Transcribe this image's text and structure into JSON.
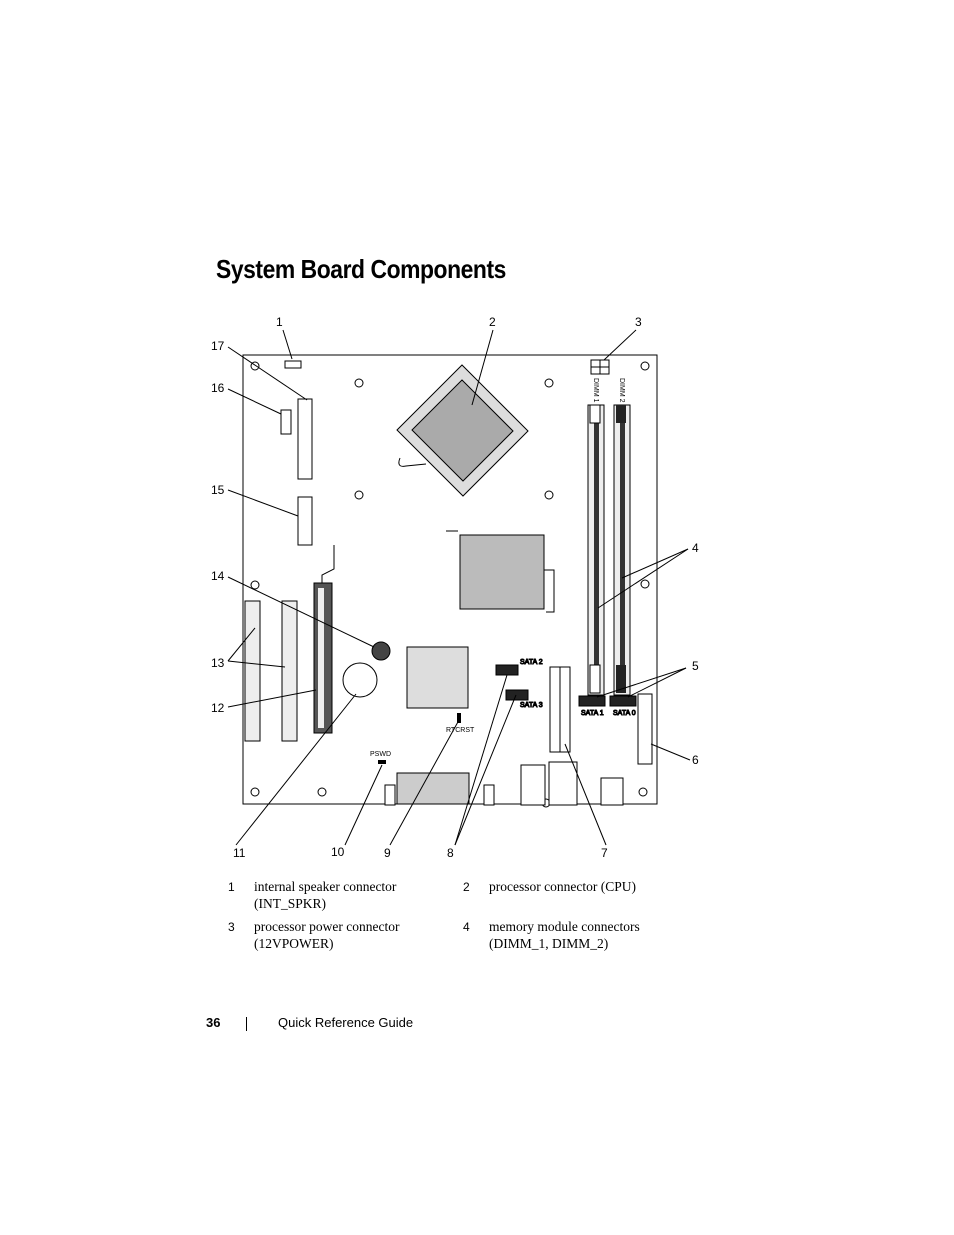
{
  "page": {
    "title": "System Board Components"
  },
  "diagram": {
    "callouts": [
      "1",
      "2",
      "3",
      "4",
      "5",
      "6",
      "7",
      "8",
      "9",
      "10",
      "11",
      "12",
      "13",
      "14",
      "15",
      "16",
      "17"
    ],
    "labels": {
      "dimm1": "DIMM 1",
      "dimm2": "DIMM 2",
      "sata0": "SATA 0",
      "sata1": "SATA 1",
      "sata2": "SATA 2",
      "sata3": "SATA 3",
      "rtcrst": "RTCRST",
      "pswd": "PSWD"
    }
  },
  "legend": [
    {
      "num": "1",
      "text": "internal speaker connector (INT_SPKR)"
    },
    {
      "num": "2",
      "text": "processor connector (CPU)"
    },
    {
      "num": "3",
      "text": "processor power connector (12VPOWER)"
    },
    {
      "num": "4",
      "text": "memory module connectors (DIMM_1, DIMM_2)"
    }
  ],
  "footer": {
    "page_number": "36",
    "guide_title": "Quick Reference Guide"
  }
}
